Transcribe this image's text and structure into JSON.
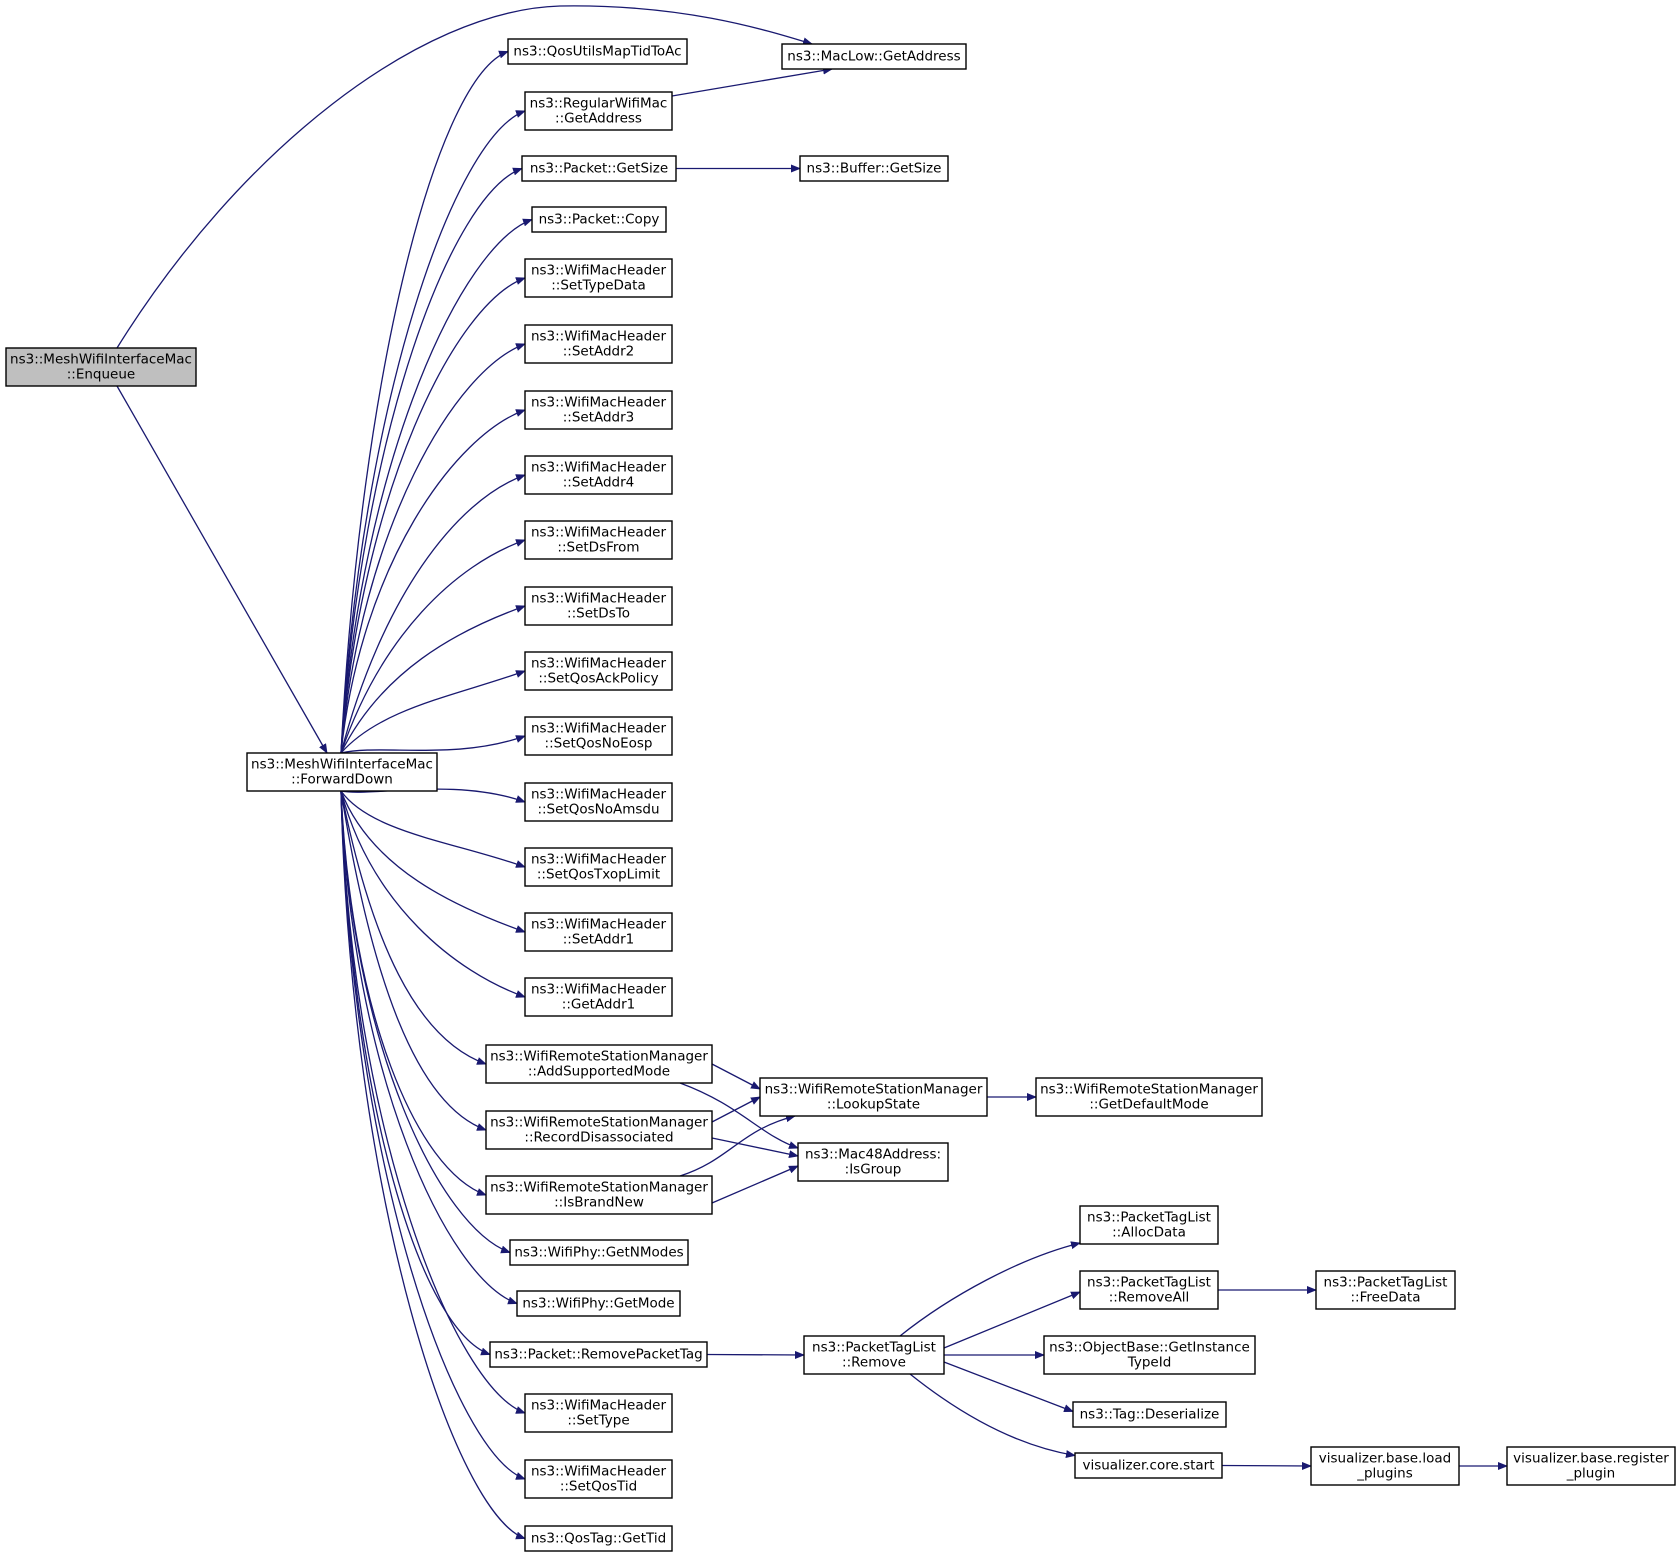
{
  "diagram": {
    "colors": {
      "edge": "#191970",
      "root_fill": "#bfbfbf",
      "node_fill": "#ffffff",
      "border": "#000000"
    },
    "nodes": [
      {
        "id": "enqueue",
        "lines": [
          "ns3::MeshWifiInterfaceMac",
          "::Enqueue"
        ],
        "root": true
      },
      {
        "id": "forwarddown",
        "lines": [
          "ns3::MeshWifiInterfaceMac",
          "::ForwardDown"
        ]
      },
      {
        "id": "maclow_getaddress",
        "lines": [
          "ns3::MacLow::GetAddress"
        ]
      },
      {
        "id": "qosutils",
        "lines": [
          "ns3::QosUtilsMapTidToAc"
        ]
      },
      {
        "id": "regular_getaddress",
        "lines": [
          "ns3::RegularWifiMac",
          "::GetAddress"
        ]
      },
      {
        "id": "packet_getsize",
        "lines": [
          "ns3::Packet::GetSize"
        ]
      },
      {
        "id": "buffer_getsize",
        "lines": [
          "ns3::Buffer::GetSize"
        ]
      },
      {
        "id": "packet_copy",
        "lines": [
          "ns3::Packet::Copy"
        ]
      },
      {
        "id": "settypedata",
        "lines": [
          "ns3::WifiMacHeader",
          "::SetTypeData"
        ]
      },
      {
        "id": "setaddr2",
        "lines": [
          "ns3::WifiMacHeader",
          "::SetAddr2"
        ]
      },
      {
        "id": "setaddr3",
        "lines": [
          "ns3::WifiMacHeader",
          "::SetAddr3"
        ]
      },
      {
        "id": "setaddr4",
        "lines": [
          "ns3::WifiMacHeader",
          "::SetAddr4"
        ]
      },
      {
        "id": "setdsfrom",
        "lines": [
          "ns3::WifiMacHeader",
          "::SetDsFrom"
        ]
      },
      {
        "id": "setdsto",
        "lines": [
          "ns3::WifiMacHeader",
          "::SetDsTo"
        ]
      },
      {
        "id": "setqosackpolicy",
        "lines": [
          "ns3::WifiMacHeader",
          "::SetQosAckPolicy"
        ]
      },
      {
        "id": "setqosnoeosp",
        "lines": [
          "ns3::WifiMacHeader",
          "::SetQosNoEosp"
        ]
      },
      {
        "id": "setqosnoamsdu",
        "lines": [
          "ns3::WifiMacHeader",
          "::SetQosNoAmsdu"
        ]
      },
      {
        "id": "setqostxoplimit",
        "lines": [
          "ns3::WifiMacHeader",
          "::SetQosTxopLimit"
        ]
      },
      {
        "id": "setaddr1",
        "lines": [
          "ns3::WifiMacHeader",
          "::SetAddr1"
        ]
      },
      {
        "id": "getaddr1",
        "lines": [
          "ns3::WifiMacHeader",
          "::GetAddr1"
        ]
      },
      {
        "id": "addsupportedmode",
        "lines": [
          "ns3::WifiRemoteStationManager",
          "::AddSupportedMode"
        ]
      },
      {
        "id": "recorddisassociated",
        "lines": [
          "ns3::WifiRemoteStationManager",
          "::RecordDisassociated"
        ]
      },
      {
        "id": "isbrandnew",
        "lines": [
          "ns3::WifiRemoteStationManager",
          "::IsBrandNew"
        ]
      },
      {
        "id": "lookupstate",
        "lines": [
          "ns3::WifiRemoteStationManager",
          "::LookupState"
        ]
      },
      {
        "id": "getdefaultmode",
        "lines": [
          "ns3::WifiRemoteStationManager",
          "::GetDefaultMode"
        ]
      },
      {
        "id": "isgroup",
        "lines": [
          "ns3::Mac48Address:",
          ":IsGroup"
        ]
      },
      {
        "id": "getnmodes",
        "lines": [
          "ns3::WifiPhy::GetNModes"
        ]
      },
      {
        "id": "getmode",
        "lines": [
          "ns3::WifiPhy::GetMode"
        ]
      },
      {
        "id": "removepackettag",
        "lines": [
          "ns3::Packet::RemovePacketTag"
        ]
      },
      {
        "id": "ptl_remove",
        "lines": [
          "ns3::PacketTagList",
          "::Remove"
        ]
      },
      {
        "id": "ptl_allocdata",
        "lines": [
          "ns3::PacketTagList",
          "::AllocData"
        ]
      },
      {
        "id": "ptl_removeall",
        "lines": [
          "ns3::PacketTagList",
          "::RemoveAll"
        ]
      },
      {
        "id": "ptl_freedata",
        "lines": [
          "ns3::PacketTagList",
          "::FreeData"
        ]
      },
      {
        "id": "getinstancetypeid",
        "lines": [
          "ns3::ObjectBase::GetInstance",
          "TypeId"
        ]
      },
      {
        "id": "tag_deserialize",
        "lines": [
          "ns3::Tag::Deserialize"
        ]
      },
      {
        "id": "viz_core_start",
        "lines": [
          "visualizer.core.start"
        ]
      },
      {
        "id": "viz_load_plugins",
        "lines": [
          "visualizer.base.load",
          "_plugins"
        ]
      },
      {
        "id": "viz_register_plugin",
        "lines": [
          "visualizer.base.register",
          "_plugin"
        ]
      },
      {
        "id": "settype",
        "lines": [
          "ns3::WifiMacHeader",
          "::SetType"
        ]
      },
      {
        "id": "setqostid",
        "lines": [
          "ns3::WifiMacHeader",
          "::SetQosTid"
        ]
      },
      {
        "id": "qostag_gettid",
        "lines": [
          "ns3::QosTag::GetTid"
        ]
      }
    ],
    "edges": [
      [
        "enqueue",
        "maclow_getaddress"
      ],
      [
        "enqueue",
        "forwarddown"
      ],
      [
        "forwarddown",
        "qosutils"
      ],
      [
        "forwarddown",
        "regular_getaddress"
      ],
      [
        "forwarddown",
        "packet_getsize"
      ],
      [
        "forwarddown",
        "packet_copy"
      ],
      [
        "forwarddown",
        "settypedata"
      ],
      [
        "forwarddown",
        "setaddr2"
      ],
      [
        "forwarddown",
        "setaddr3"
      ],
      [
        "forwarddown",
        "setaddr4"
      ],
      [
        "forwarddown",
        "setdsfrom"
      ],
      [
        "forwarddown",
        "setdsto"
      ],
      [
        "forwarddown",
        "setqosackpolicy"
      ],
      [
        "forwarddown",
        "setqosnoeosp"
      ],
      [
        "forwarddown",
        "setqosnoamsdu"
      ],
      [
        "forwarddown",
        "setqostxoplimit"
      ],
      [
        "forwarddown",
        "setaddr1"
      ],
      [
        "forwarddown",
        "getaddr1"
      ],
      [
        "forwarddown",
        "addsupportedmode"
      ],
      [
        "forwarddown",
        "recorddisassociated"
      ],
      [
        "forwarddown",
        "isbrandnew"
      ],
      [
        "forwarddown",
        "getnmodes"
      ],
      [
        "forwarddown",
        "getmode"
      ],
      [
        "forwarddown",
        "removepackettag"
      ],
      [
        "forwarddown",
        "settype"
      ],
      [
        "forwarddown",
        "setqostid"
      ],
      [
        "forwarddown",
        "qostag_gettid"
      ],
      [
        "regular_getaddress",
        "maclow_getaddress"
      ],
      [
        "packet_getsize",
        "buffer_getsize"
      ],
      [
        "addsupportedmode",
        "lookupstate"
      ],
      [
        "addsupportedmode",
        "isgroup"
      ],
      [
        "recorddisassociated",
        "lookupstate"
      ],
      [
        "recorddisassociated",
        "isgroup"
      ],
      [
        "isbrandnew",
        "lookupstate"
      ],
      [
        "isbrandnew",
        "isgroup"
      ],
      [
        "lookupstate",
        "getdefaultmode"
      ],
      [
        "removepackettag",
        "ptl_remove"
      ],
      [
        "ptl_remove",
        "ptl_allocdata"
      ],
      [
        "ptl_remove",
        "ptl_removeall"
      ],
      [
        "ptl_remove",
        "getinstancetypeid"
      ],
      [
        "ptl_remove",
        "tag_deserialize"
      ],
      [
        "ptl_remove",
        "viz_core_start"
      ],
      [
        "ptl_removeall",
        "ptl_freedata"
      ],
      [
        "viz_core_start",
        "viz_load_plugins"
      ],
      [
        "viz_load_plugins",
        "viz_register_plugin"
      ]
    ]
  }
}
